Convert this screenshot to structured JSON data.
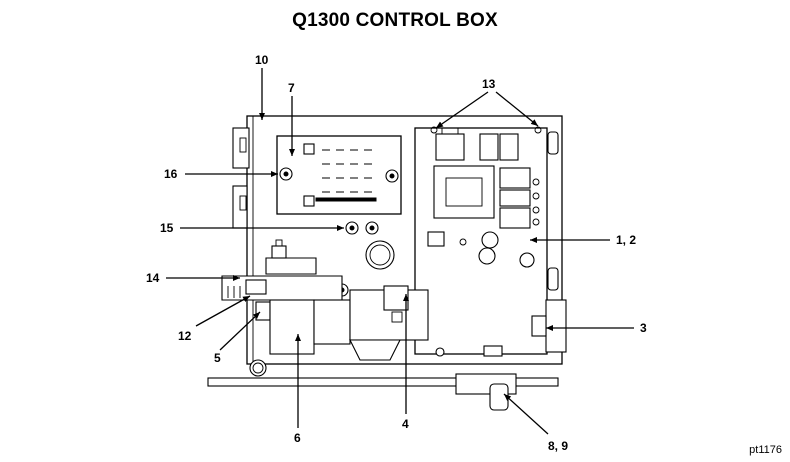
{
  "title": "Q1300 CONTROL BOX",
  "figure_id": "pt1176",
  "callouts": {
    "c1": "1, 2",
    "c3": "3",
    "c4": "4",
    "c5": "5",
    "c6": "6",
    "c7": "7",
    "c8": "8, 9",
    "c10": "10",
    "c12": "12",
    "c13": "13",
    "c14": "14",
    "c15": "15",
    "c16": "16"
  }
}
